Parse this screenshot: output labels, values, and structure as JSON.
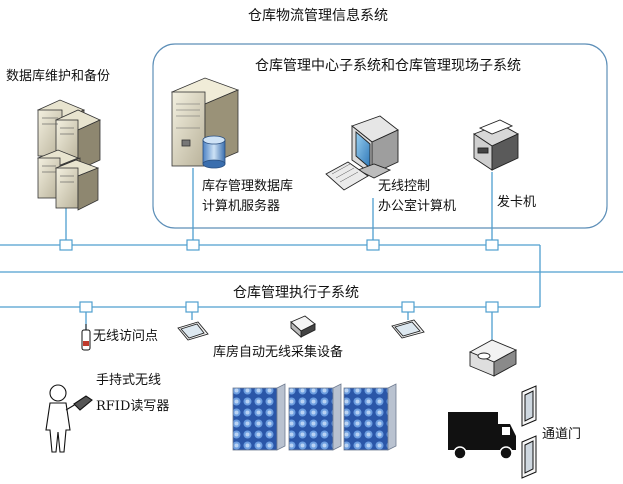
{
  "title": "仓库物流管理信息系统",
  "database_label": "数据库维护和备份",
  "center_group_title": "仓库管理中心子系统和仓库管理现场子系统",
  "server_label_1": "库存管理数据库",
  "server_label_2": "计算机服务器",
  "control_label_1": "无线控制",
  "control_label_2": "办公室计算机",
  "card_issuer_label": "发卡机",
  "exec_title": "仓库管理执行子系统",
  "ap_label": "无线访问点",
  "auto_collect_label": "库房自动无线采集设备",
  "handheld_label_1": "手持式无线",
  "handheld_label_2": "RFID读写器",
  "gate_label": "通道门",
  "colors": {
    "network": "#4f9fcf",
    "frame": "#5d8fb8"
  }
}
